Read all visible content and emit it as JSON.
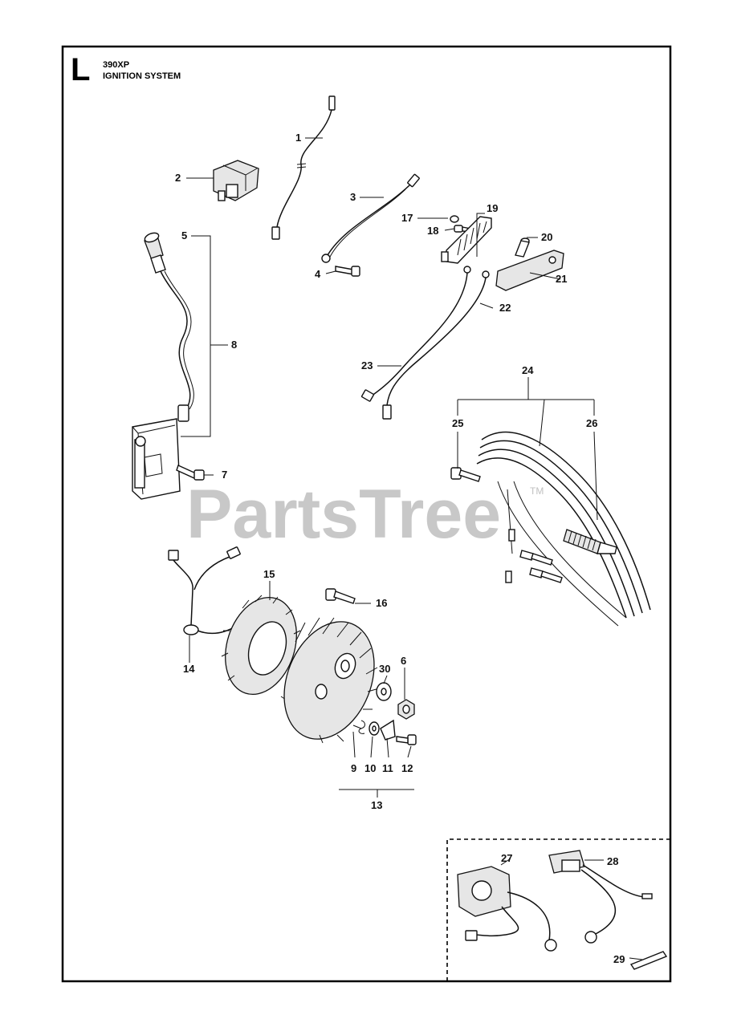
{
  "header": {
    "section_letter": "L",
    "model": "390XP",
    "title": "IGNITION SYSTEM"
  },
  "watermark": {
    "text": "PartsTree",
    "trademark": "TM"
  },
  "callouts": {
    "c1": "1",
    "c2": "2",
    "c3": "3",
    "c4": "4",
    "c5": "5",
    "c6": "6",
    "c7": "7",
    "c8": "8",
    "c9": "9",
    "c10": "10",
    "c11": "11",
    "c12": "12",
    "c13": "13",
    "c14": "14",
    "c15": "15",
    "c16": "16",
    "c17": "17",
    "c18": "18",
    "c19": "19",
    "c20": "20",
    "c21": "21",
    "c22": "22",
    "c23": "23",
    "c24": "24",
    "c25": "25",
    "c26": "26",
    "c27": "27",
    "c28": "28",
    "c29": "29",
    "c30": "30"
  },
  "colors": {
    "ink": "#111111",
    "watermark": "#c8c8c8",
    "background": "#ffffff"
  }
}
